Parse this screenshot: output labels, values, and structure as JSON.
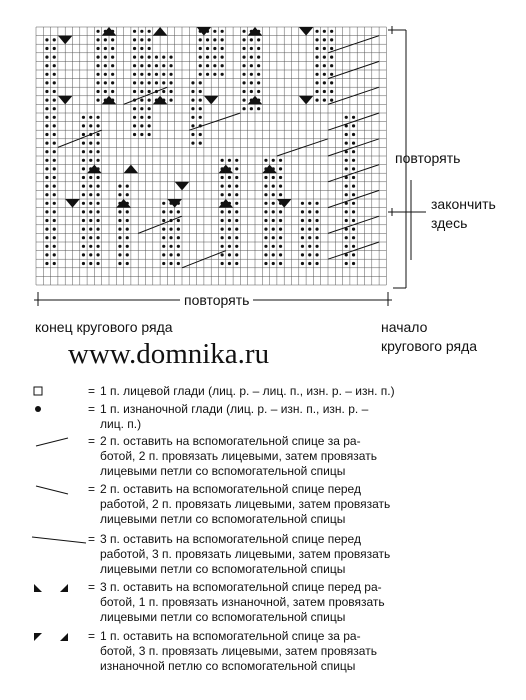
{
  "chart": {
    "repeat_right": "повторять",
    "finish_here_line1": "закончить",
    "finish_here_line2": "здесь",
    "repeat_bottom": "повторять",
    "round_end": "конец кругового ряда",
    "round_start_line1": "начало",
    "round_start_line2": "кругового ряда"
  },
  "watermark": "www.domnika.ru",
  "legend": [
    {
      "symbol": "empty-square-icon",
      "eq": "=",
      "text": "1 п. лицевой глади (лиц. р. – лиц. п., изн. р. – изн. п.)"
    },
    {
      "symbol": "filled-dot-icon",
      "eq": "=",
      "text": "1 п. изнаночной глади (лиц. р. – изн. п., изн. р. –\nлиц. п.)"
    },
    {
      "symbol": "cable-2-right-icon",
      "eq": "=",
      "text": "2 п. оставить на вспомогательной спице за ра-\nботой, 2 п. провязать лицевыми, затем провязать\nлицевыми петли со вспомогательной спицы"
    },
    {
      "symbol": "cable-2-left-icon",
      "eq": "=",
      "text": "2 п. оставить на вспомогательной спице перед\nработой, 2 п. провязать лицевыми, затем провязать\nлицевыми петли со вспомогательной спицы"
    },
    {
      "symbol": "cable-3-left-icon",
      "eq": "=",
      "text": "3 п. оставить на вспомогательной спице перед\nработой, 3 п. провязать лицевыми, затем провязать\nлицевыми петли со вспомогательной спицы"
    },
    {
      "symbol": "triangle-cross-left-icon",
      "eq": "=",
      "text": "3 п. оставить на вспомогательной спице перед ра-\nботой, 1 п. провязать изнаночной, затем провязать\nлицевыми петли со вспомогательной спицы"
    },
    {
      "symbol": "triangle-cross-right-icon",
      "eq": "=",
      "text": "1 п. оставить на вспомогательной спице за ра-\nботой, 3 п. провязать лицевыми, затем провязать\nизнаночной петлю со вспомогательной спицы"
    }
  ]
}
